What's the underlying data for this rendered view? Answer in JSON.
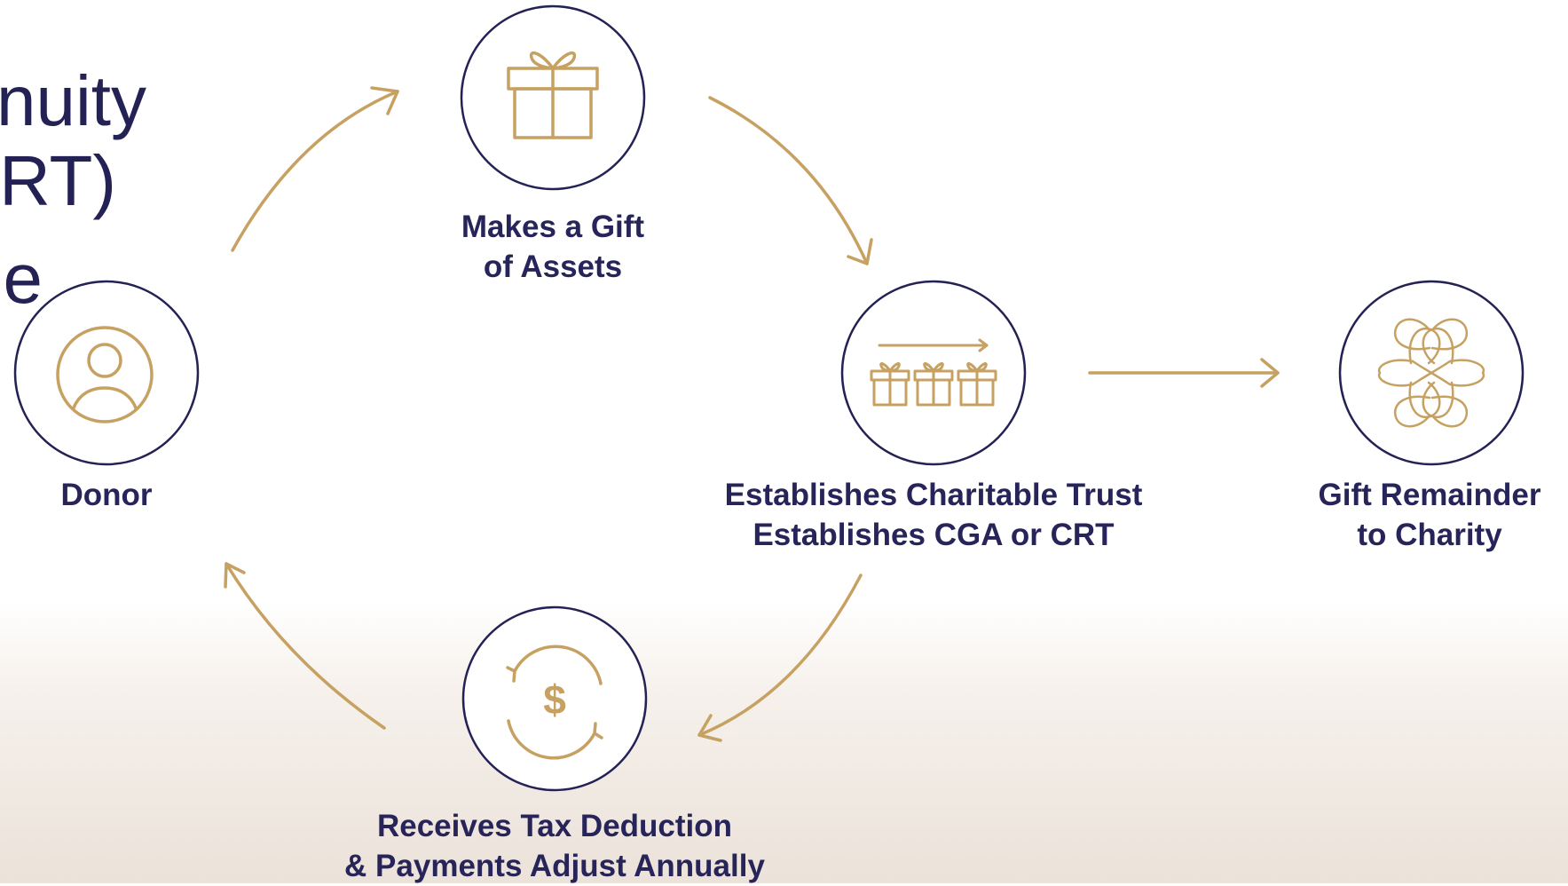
{
  "background_title": {
    "lines": [
      "nuity",
      "RT)",
      "le"
    ]
  },
  "colors": {
    "navy": "#242255",
    "gold": "#C6A162",
    "background_fade": "#EBE2D9"
  },
  "nodes": [
    {
      "id": "donor",
      "icon": "person-icon",
      "label_lines": [
        "Donor"
      ]
    },
    {
      "id": "gift",
      "icon": "gift-box-icon",
      "label_lines": [
        "Makes a Gift",
        "of Assets"
      ]
    },
    {
      "id": "trust",
      "icon": "gifts-row-icon",
      "label_lines": [
        "Establishes Charitable Trust",
        "Establishes CGA or CRT"
      ]
    },
    {
      "id": "charity",
      "icon": "interlaced-petals-icon",
      "label_lines": [
        "Gift Remainder",
        "to Charity"
      ]
    },
    {
      "id": "payments",
      "icon": "dollar-cycle-icon",
      "label_lines": [
        "Receives Tax Deduction",
        "& Payments Adjust Annually"
      ]
    }
  ]
}
